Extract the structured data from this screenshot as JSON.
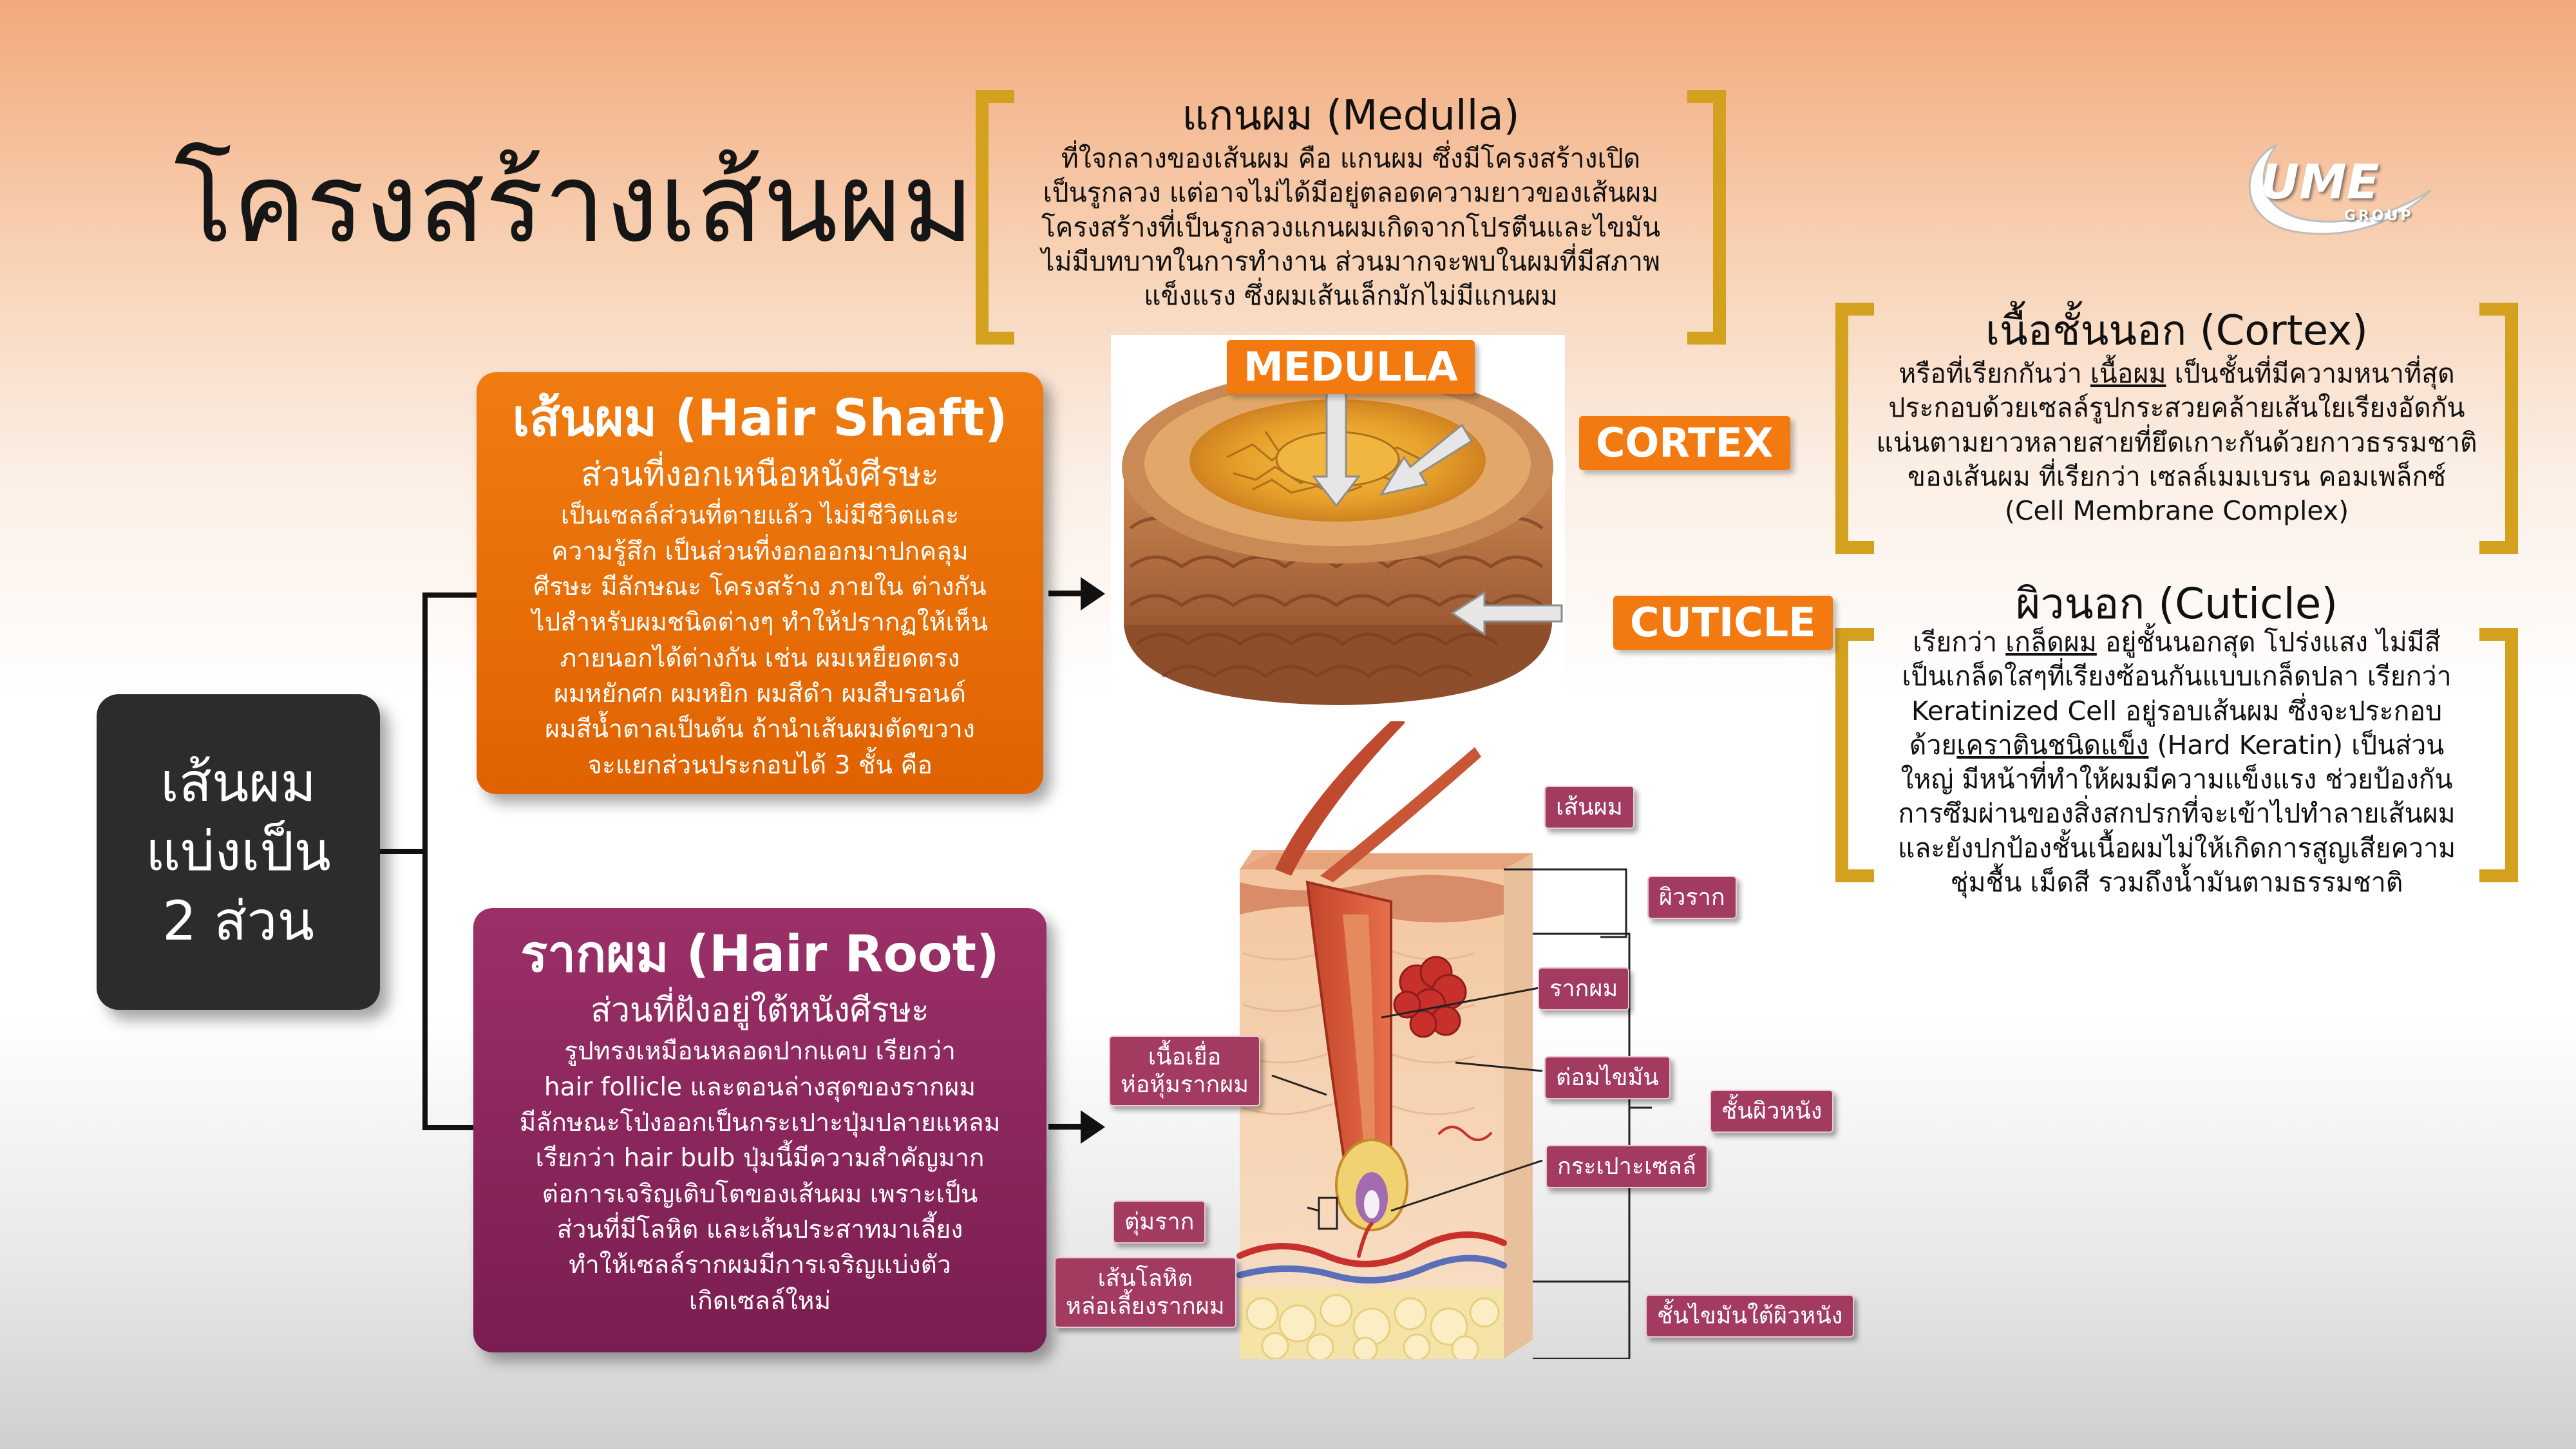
{
  "title": "โครงสร้างเส้นผม",
  "logo": {
    "text": "UME",
    "sub": "GROUP"
  },
  "colors": {
    "bracket": "#d4a11e",
    "shaft": "#ec7208",
    "root": "#8a2459",
    "label": "#f37a10",
    "tag": "#a23b5f",
    "dark": "#2c2c2c"
  },
  "left_box": {
    "line1": "เส้นผม",
    "line2": "แบ่งเป็น",
    "line3": "2 ส่วน"
  },
  "medulla": {
    "title": "แกนผม (Medulla)",
    "lines": [
      "ที่ใจกลางของเส้นผม คือ แกนผม ซึ่งมีโครงสร้างเปิด",
      "เป็นรูกลวง แต่อาจไม่ได้มีอยู่ตลอดความยาวของเส้นผม",
      "โครงสร้างที่เป็นรูกลวงแกนผมเกิดจากโปรตีนและไขมัน",
      "ไม่มีบทบาทในการทำงาน ส่วนมากจะพบในผมที่มีสภาพ",
      "แข็งแรง ซึ่งผมเส้นเล็กมักไม่มีแกนผม"
    ]
  },
  "cortex": {
    "title": "เนื้อชั้นนอก (Cortex)",
    "line1_pre": "หรือที่เรียกกันว่า ",
    "line1_u": "เนื้อผม",
    "line1_post": " เป็นชั้นที่มีความหนาที่สุด",
    "lines": [
      "ประกอบด้วยเซลล์รูปกระสวยคล้ายเส้นใยเรียงอัดกัน",
      "แน่นตามยาวหลายสายที่ยึดเกาะกันด้วยกาวธรรมชาติ",
      "ของเส้นผม ที่เรียกว่า เซลล์เมมเบรน คอมเพล็กซ์",
      "(Cell Membrane Complex)"
    ]
  },
  "cuticle": {
    "title": "ผิวนอก (Cuticle)",
    "line1_pre": "เรียกว่า ",
    "line1_u": "เกล็ดผม",
    "line1_post": " อยู่ชั้นนอกสุด โปร่งแสง ไม่มีสี",
    "line2": "เป็นเกล็ดใสๆที่เรียงซ้อนกันแบบเกล็ดปลา เรียกว่า",
    "line3": "Keratinized Cell อยู่รอบเส้นผม ซึ่งจะประกอบ",
    "line4_pre": "ด้วย",
    "line4_u": "เคราตินชนิดแข็ง",
    "line4_post": " (Hard Keratin) เป็นส่วน",
    "lines": [
      "ใหญ่ มีหน้าที่ทำให้ผมมีความแข็งแรง ช่วยป้องกัน",
      "การซึมผ่านของสิ่งสกปรกที่จะเข้าไปทำลายเส้นผม",
      "และยังปกป้องชั้นเนื้อผมไม่ให้เกิดการสูญเสียความ",
      "ชุ่มชื้น เม็ดสี รวมถึงน้ำมันตามธรรมชาติ"
    ]
  },
  "shaft": {
    "title": "เส้นผม (Hair Shaft)",
    "subtitle": "ส่วนที่งอกเหนือหนังศีรษะ",
    "lines": [
      "เป็นเซลล์ส่วนที่ตายแล้ว ไม่มีชีวิตและ",
      "ความรู้สึก เป็นส่วนที่งอกออกมาปกคลุม",
      "ศีรษะ มีลักษณะ โครงสร้าง ภายใน ต่างกัน",
      "ไปสำหรับผมชนิดต่างๆ ทำให้ปรากฏให้เห็น",
      "ภายนอกได้ต่างกัน เช่น ผมเหยียดตรง",
      "ผมหยักศก ผมหยิก ผมสีดำ ผมสีบรอนด์",
      "ผมสีน้ำตาลเป็นต้น ถ้านำเส้นผมตัดขวาง",
      "จะแยกส่วนประกอบได้ 3 ชั้น คือ"
    ]
  },
  "root": {
    "title": "รากผม (Hair Root)",
    "subtitle": "ส่วนที่ฝังอยู่ใต้หนังศีรษะ",
    "lines": [
      "รูปทรงเหมือนหลอดปากแคบ เรียกว่า",
      "hair follicle และตอนล่างสุดของรากผม",
      "มีลักษณะโป่งออกเป็นกระเปาะปุ่มปลายแหลม",
      "เรียกว่า hair bulb ปุ่มนี้มีความสำคัญมาก",
      "ต่อการเจริญเติบโตของเส้นผม เพราะเป็น",
      "ส่วนที่มีโลหิต และเส้นประสาทมาเลี้ยง",
      "ทำให้เซลล์รากผมมีการเจริญแบ่งตัว",
      "เกิดเซลล์ใหม่"
    ]
  },
  "cross_section_labels": {
    "medulla": "MEDULLA",
    "cortex": "CORTEX",
    "cuticle": "CUTICLE"
  },
  "root_labels": {
    "hair": "เส้นผม",
    "epidermis": "ผิวราก",
    "root": "รากผม",
    "sebaceous": "ต่อมไขมัน",
    "dermis": "ชั้นผิวหนัง",
    "bulb": "กระเปาะเซลล์",
    "follicle_line1": "เนื้อเยื่อ",
    "follicle_line2": "ห่อหุ้มรากผม",
    "papilla": "ตุ่มราก",
    "vessels_line1": "เส้นโลหิต",
    "vessels_line2": "หล่อเลี้ยงรากผม",
    "subcutis": "ชั้นไขมันใต้ผิวหนัง"
  }
}
